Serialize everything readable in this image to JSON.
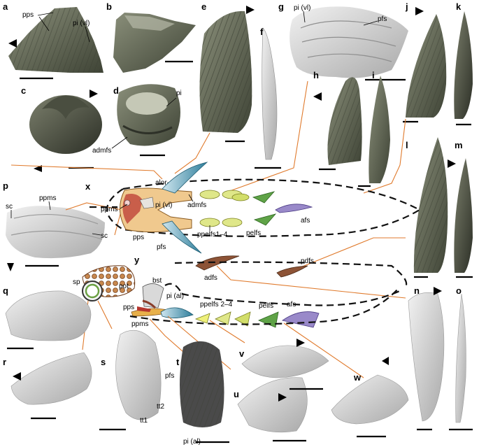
{
  "panels": {
    "a": "a",
    "b": "b",
    "c": "c",
    "d": "d",
    "e": "e",
    "f": "f",
    "g": "g",
    "h": "h",
    "i": "i",
    "j": "j",
    "k": "k",
    "l": "l",
    "m": "m",
    "n": "n",
    "o": "o",
    "p": "p",
    "q": "q",
    "r": "r",
    "s": "s",
    "t": "t",
    "u": "u",
    "v": "v",
    "w": "w",
    "x": "x",
    "y": "y"
  },
  "labels": {
    "pps": "pps",
    "pi_vl": "pi (vl)",
    "pi": "pi",
    "admfs": "admfs",
    "pfs": "pfs",
    "sc": "sc",
    "ppms": "ppms",
    "alor": "alor",
    "ppelfs1_4": "ppelfs1–4",
    "pelfs": "pelfs",
    "afs": "afs",
    "pdfs": "pdfs",
    "adfs": "adfs",
    "sp": "sp",
    "pot": "pot",
    "bst": "bst",
    "pi_al": "pi (al)",
    "ppelfs2_4": "ppelfs 2–4",
    "tt1": "tt1",
    "tt2": "tt2"
  }
}
